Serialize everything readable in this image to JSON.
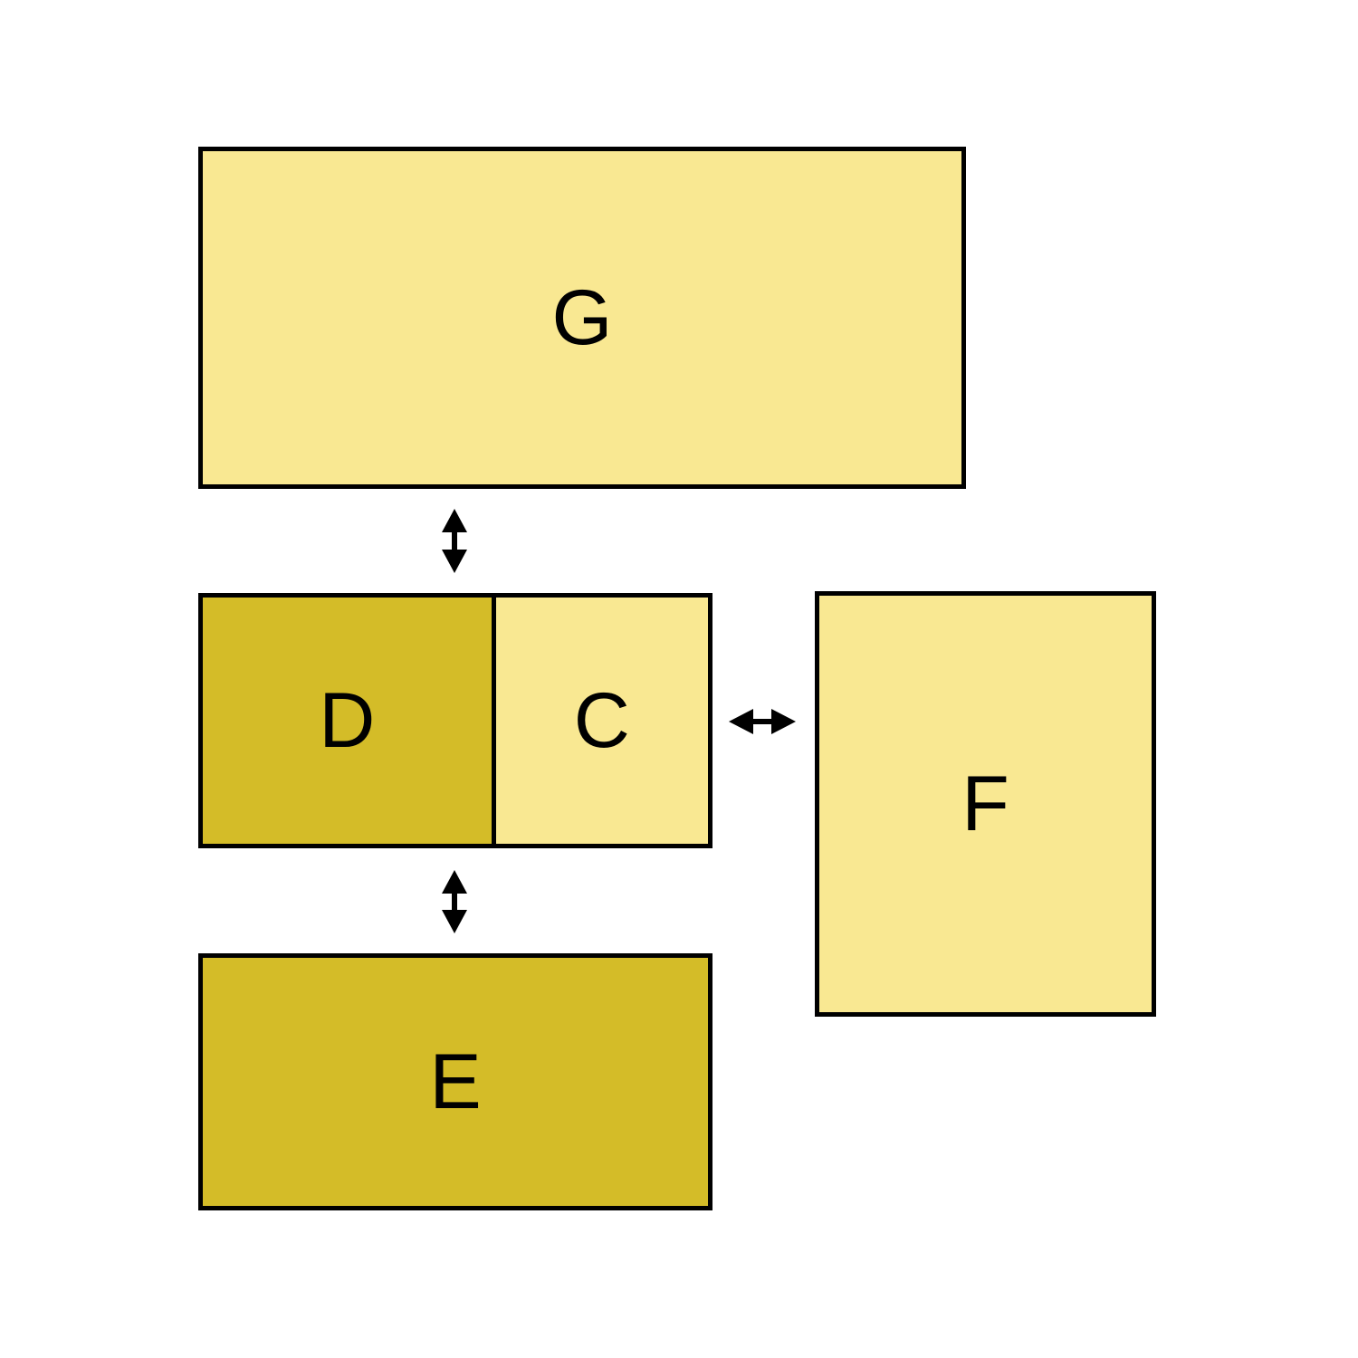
{
  "diagram": {
    "type": "block-diagram",
    "background": "#FFFFFF",
    "colors": {
      "light_yellow": "#F9E892",
      "dark_gold": "#D4BC28",
      "outline": "#000000",
      "arrow": "#000000",
      "label": "#000000"
    },
    "nodes": {
      "g": {
        "label": "G",
        "shade": "light_yellow",
        "position": "top"
      },
      "d": {
        "label": "D",
        "shade": "dark_gold",
        "position": "middle-left"
      },
      "c": {
        "label": "C",
        "shade": "light_yellow",
        "position": "middle-right"
      },
      "f": {
        "label": "F",
        "shade": "light_yellow",
        "position": "right"
      },
      "e": {
        "label": "E",
        "shade": "dark_gold",
        "position": "bottom"
      }
    },
    "edges": [
      {
        "from": "G",
        "to": "D/C",
        "style": "double-headed",
        "orientation": "vertical"
      },
      {
        "from": "D/C",
        "to": "E",
        "style": "double-headed",
        "orientation": "vertical"
      },
      {
        "from": "C",
        "to": "F",
        "style": "double-headed",
        "orientation": "horizontal"
      }
    ]
  }
}
